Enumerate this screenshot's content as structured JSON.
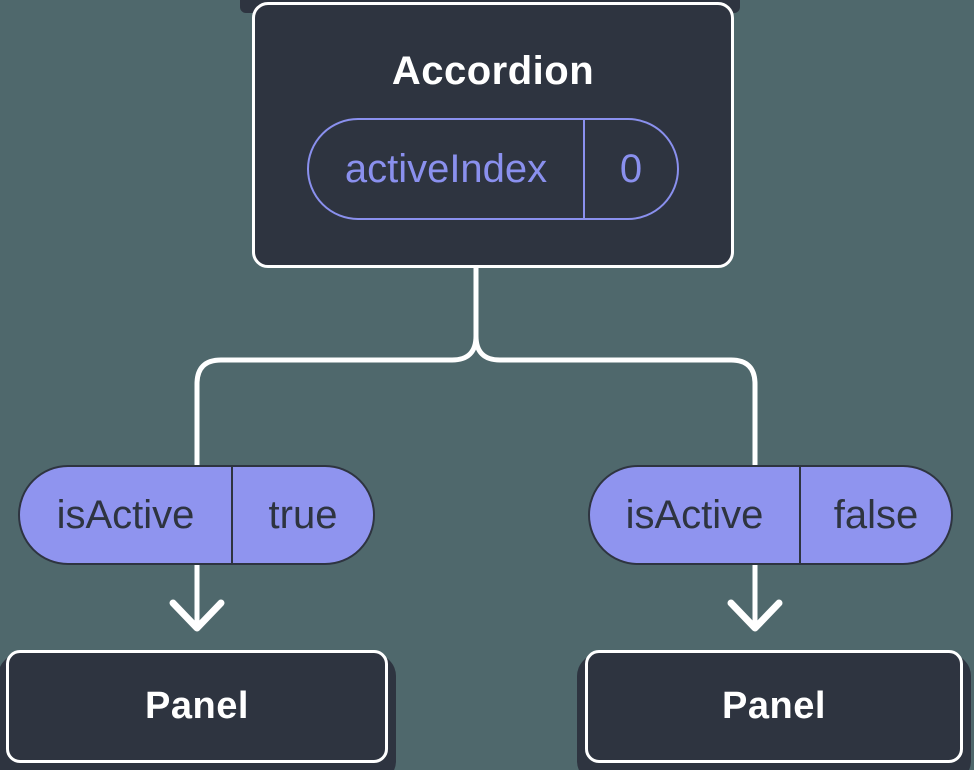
{
  "diagram": {
    "background_color": "#4f686c",
    "node_fill_color": "#2e3440",
    "node_border_color": "#ffffff",
    "connector_color": "#ffffff",
    "accent_purple": "#8a90ee",
    "prop_pill_fill": "#8f94ef",
    "root": {
      "title": "Accordion",
      "state": {
        "label": "activeIndex",
        "value": "0"
      }
    },
    "branches": [
      {
        "prop": {
          "label": "isActive",
          "value": "true"
        },
        "node": {
          "title": "Panel"
        }
      },
      {
        "prop": {
          "label": "isActive",
          "value": "false"
        },
        "node": {
          "title": "Panel"
        }
      }
    ]
  }
}
